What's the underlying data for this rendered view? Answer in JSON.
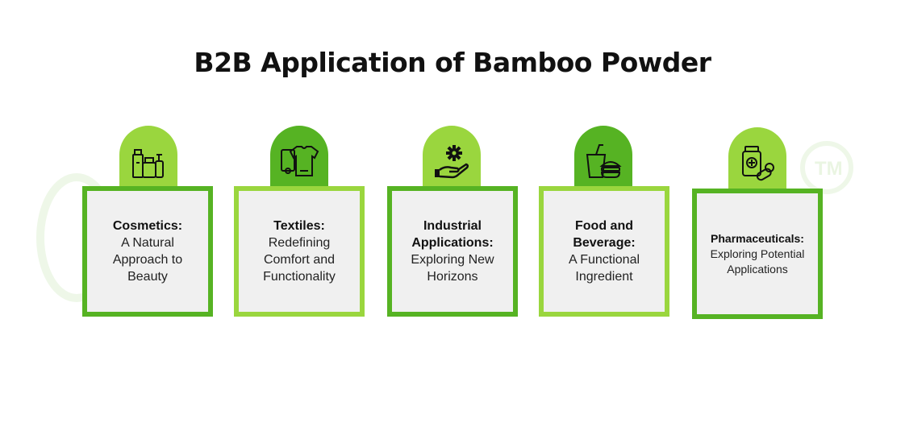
{
  "title": "B2B Application of Bamboo Powder",
  "accent_colors": {
    "dark_green": "#56b323",
    "light_green": "#9ad63e",
    "box_fill": "#f0f0f0"
  },
  "cards": [
    {
      "heading": "Cosmetics:",
      "text": "A Natural\nApproach to\nBeauty",
      "icon": "cosmetics-bottles-icon"
    },
    {
      "heading": "Textiles:",
      "text": "Redefining\nComfort and\nFunctionality",
      "icon": "tshirt-fabric-icon"
    },
    {
      "heading": "Industrial\nApplications:",
      "text": "Exploring New\nHorizons",
      "icon": "hand-gear-icon"
    },
    {
      "heading": "Food and\nBeverage:",
      "text": "A Functional\nIngredient",
      "icon": "food-drink-icon"
    },
    {
      "heading": "Pharmaceuticals:",
      "text": "Exploring Potential\nApplications",
      "icon": "medicine-bottle-pills-icon"
    }
  ]
}
